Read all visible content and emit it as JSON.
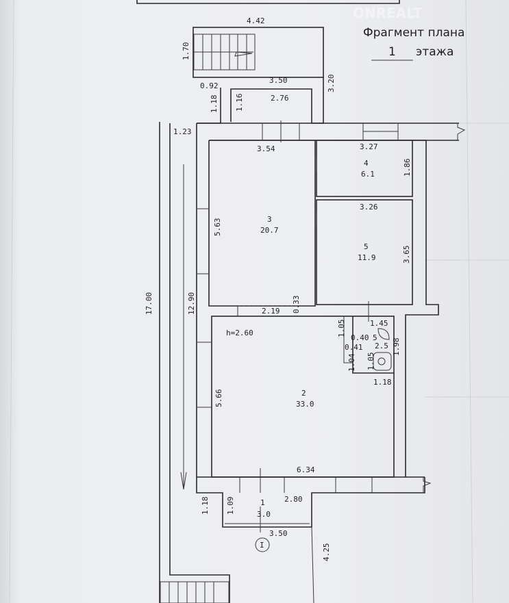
{
  "title": {
    "line1": "Фрагмент плана",
    "floor_number": "1",
    "floor_word": "этажа"
  },
  "watermark": "ONREALT",
  "ceiling_height": "h=2.60",
  "section_marker": "I",
  "rooms": [
    {
      "number": "1",
      "area": "3.0"
    },
    {
      "number": "2",
      "area": "33.0"
    },
    {
      "number": "3",
      "area": "20.7"
    },
    {
      "number": "4",
      "area": "6.1"
    },
    {
      "number": "5",
      "area": "11.9"
    },
    {
      "number": "5",
      "area": "2.5"
    }
  ],
  "dimensions": {
    "d442": "4.42",
    "d170": "1.70",
    "d350top": "3.50",
    "d320": "3.20",
    "d092": "0.92",
    "d118a": "1.18",
    "d116": "1.16",
    "d276": "2.76",
    "d123": "1.23",
    "d354": "3.54",
    "d327": "3.27",
    "d186": "1.86",
    "d326": "3.26",
    "d563": "5.63",
    "d365": "3.65",
    "d1700": "17.00",
    "d1290": "12.90",
    "d219": "2.19",
    "d033": "0.33",
    "d145": "1.45",
    "d105a": "1.05",
    "d040": "0.40",
    "d041": "0.41",
    "d104": "1.04",
    "d105b": "1.05",
    "d198": "1.98",
    "d118b": "1.18",
    "d566": "5.66",
    "d634": "6.34",
    "d118c": "1.18",
    "d109": "1.09",
    "d280": "2.80",
    "d350bot": "3.50",
    "d425": "4.25"
  }
}
